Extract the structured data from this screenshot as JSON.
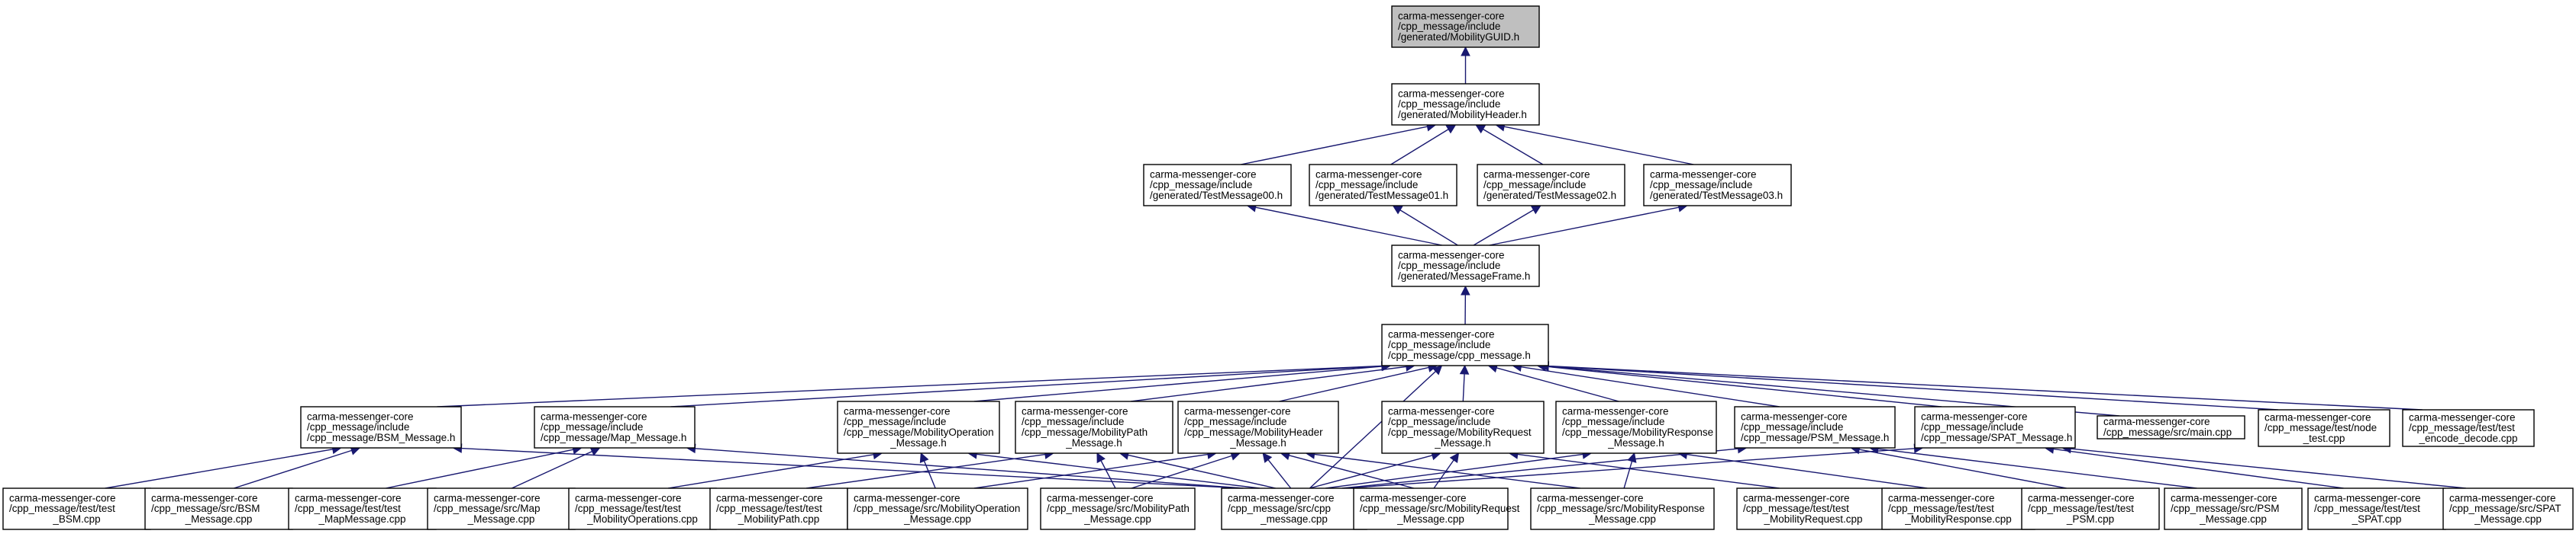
{
  "graph": {
    "edge_color": "#191970",
    "root_fill": "#bfbfbf",
    "nodes": [
      {
        "id": "n0",
        "lines": [
          "carma-messenger-core",
          "/cpp_message/include",
          "/generated/MobilityGUID.h"
        ],
        "root": true
      },
      {
        "id": "n1",
        "lines": [
          "carma-messenger-core",
          "/cpp_message/include",
          "/generated/MobilityHeader.h"
        ]
      },
      {
        "id": "n2",
        "lines": [
          "carma-messenger-core",
          "/cpp_message/include",
          "/generated/TestMessage00.h"
        ]
      },
      {
        "id": "n3",
        "lines": [
          "carma-messenger-core",
          "/cpp_message/include",
          "/generated/TestMessage01.h"
        ]
      },
      {
        "id": "n4",
        "lines": [
          "carma-messenger-core",
          "/cpp_message/include",
          "/generated/TestMessage02.h"
        ]
      },
      {
        "id": "n5",
        "lines": [
          "carma-messenger-core",
          "/cpp_message/include",
          "/generated/TestMessage03.h"
        ]
      },
      {
        "id": "n6",
        "lines": [
          "carma-messenger-core",
          "/cpp_message/include",
          "/generated/MessageFrame.h"
        ]
      },
      {
        "id": "n7",
        "lines": [
          "carma-messenger-core",
          "/cpp_message/include",
          "/cpp_message/cpp_message.h"
        ]
      },
      {
        "id": "n8",
        "lines": [
          "carma-messenger-core",
          "/cpp_message/include",
          "/cpp_message/BSM_Message.h"
        ]
      },
      {
        "id": "n9",
        "lines": [
          "carma-messenger-core",
          "/cpp_message/include",
          "/cpp_message/Map_Message.h"
        ]
      },
      {
        "id": "n10",
        "lines": [
          "carma-messenger-core",
          "/cpp_message/include",
          "/cpp_message/MobilityOperation",
          "_Message.h"
        ]
      },
      {
        "id": "n11",
        "lines": [
          "carma-messenger-core",
          "/cpp_message/include",
          "/cpp_message/MobilityPath",
          "_Message.h"
        ]
      },
      {
        "id": "n12",
        "lines": [
          "carma-messenger-core",
          "/cpp_message/include",
          "/cpp_message/MobilityHeader",
          "_Message.h"
        ]
      },
      {
        "id": "n13",
        "lines": [
          "carma-messenger-core",
          "/cpp_message/include",
          "/cpp_message/MobilityRequest",
          "_Message.h"
        ]
      },
      {
        "id": "n14",
        "lines": [
          "carma-messenger-core",
          "/cpp_message/include",
          "/cpp_message/MobilityResponse",
          "_Message.h"
        ]
      },
      {
        "id": "n15",
        "lines": [
          "carma-messenger-core",
          "/cpp_message/include",
          "/cpp_message/PSM_Message.h"
        ]
      },
      {
        "id": "n16",
        "lines": [
          "carma-messenger-core",
          "/cpp_message/include",
          "/cpp_message/SPAT_Message.h"
        ]
      },
      {
        "id": "n17",
        "lines": [
          "carma-messenger-core",
          "/cpp_message/src/main.cpp"
        ]
      },
      {
        "id": "n18",
        "lines": [
          "carma-messenger-core",
          "/cpp_message/test/node",
          "_test.cpp"
        ]
      },
      {
        "id": "n19",
        "lines": [
          "carma-messenger-core",
          "/cpp_message/test/test",
          "_encode_decode.cpp"
        ]
      },
      {
        "id": "n20",
        "lines": [
          "carma-messenger-core",
          "/cpp_message/test/test",
          "_BSM.cpp"
        ]
      },
      {
        "id": "n21",
        "lines": [
          "carma-messenger-core",
          "/cpp_message/src/BSM",
          "_Message.cpp"
        ]
      },
      {
        "id": "n22",
        "lines": [
          "carma-messenger-core",
          "/cpp_message/test/test",
          "_MapMessage.cpp"
        ]
      },
      {
        "id": "n23",
        "lines": [
          "carma-messenger-core",
          "/cpp_message/src/Map",
          "_Message.cpp"
        ]
      },
      {
        "id": "n24",
        "lines": [
          "carma-messenger-core",
          "/cpp_message/test/test",
          "_MobilityOperations.cpp"
        ]
      },
      {
        "id": "n25",
        "lines": [
          "carma-messenger-core",
          "/cpp_message/test/test",
          "_MobilityPath.cpp"
        ]
      },
      {
        "id": "n26",
        "lines": [
          "carma-messenger-core",
          "/cpp_message/src/MobilityOperation",
          "_Message.cpp"
        ]
      },
      {
        "id": "n27",
        "lines": [
          "carma-messenger-core",
          "/cpp_message/src/MobilityPath",
          "_Message.cpp"
        ]
      },
      {
        "id": "n28",
        "lines": [
          "carma-messenger-core",
          "/cpp_message/src/cpp",
          "_message.cpp"
        ]
      },
      {
        "id": "n29",
        "lines": [
          "carma-messenger-core",
          "/cpp_message/src/MobilityRequest",
          "_Message.cpp"
        ]
      },
      {
        "id": "n30",
        "lines": [
          "carma-messenger-core",
          "/cpp_message/src/MobilityResponse",
          "_Message.cpp"
        ]
      },
      {
        "id": "n31",
        "lines": [
          "carma-messenger-core",
          "/cpp_message/test/test",
          "_MobilityRequest.cpp"
        ]
      },
      {
        "id": "n32",
        "lines": [
          "carma-messenger-core",
          "/cpp_message/test/test",
          "_MobilityResponse.cpp"
        ]
      },
      {
        "id": "n33",
        "lines": [
          "carma-messenger-core",
          "/cpp_message/test/test",
          "_PSM.cpp"
        ]
      },
      {
        "id": "n34",
        "lines": [
          "carma-messenger-core",
          "/cpp_message/src/PSM",
          "_Message.cpp"
        ]
      },
      {
        "id": "n35",
        "lines": [
          "carma-messenger-core",
          "/cpp_message/test/test",
          "_SPAT.cpp"
        ]
      },
      {
        "id": "n36",
        "lines": [
          "carma-messenger-core",
          "/cpp_message/src/SPAT",
          "_Message.cpp"
        ]
      }
    ],
    "edges": [
      [
        "n1",
        "n0"
      ],
      [
        "n2",
        "n1"
      ],
      [
        "n3",
        "n1"
      ],
      [
        "n4",
        "n1"
      ],
      [
        "n5",
        "n1"
      ],
      [
        "n6",
        "n3"
      ],
      [
        "n6",
        "n4"
      ],
      [
        "n6",
        "n2"
      ],
      [
        "n6",
        "n5"
      ],
      [
        "n7",
        "n6"
      ],
      [
        "n8",
        "n7"
      ],
      [
        "n9",
        "n7"
      ],
      [
        "n10",
        "n7"
      ],
      [
        "n11",
        "n7"
      ],
      [
        "n12",
        "n7"
      ],
      [
        "n13",
        "n7"
      ],
      [
        "n14",
        "n7"
      ],
      [
        "n15",
        "n7"
      ],
      [
        "n16",
        "n7"
      ],
      [
        "n17",
        "n7"
      ],
      [
        "n18",
        "n7"
      ],
      [
        "n19",
        "n7"
      ],
      [
        "n28",
        "n7"
      ],
      [
        "n20",
        "n8"
      ],
      [
        "n21",
        "n8"
      ],
      [
        "n28",
        "n8"
      ],
      [
        "n22",
        "n9"
      ],
      [
        "n23",
        "n9"
      ],
      [
        "n28",
        "n9"
      ],
      [
        "n24",
        "n10"
      ],
      [
        "n26",
        "n10"
      ],
      [
        "n28",
        "n10"
      ],
      [
        "n25",
        "n11"
      ],
      [
        "n27",
        "n11"
      ],
      [
        "n28",
        "n11"
      ],
      [
        "n26",
        "n12"
      ],
      [
        "n27",
        "n12"
      ],
      [
        "n29",
        "n12"
      ],
      [
        "n30",
        "n12"
      ],
      [
        "n28",
        "n12"
      ],
      [
        "n29",
        "n13"
      ],
      [
        "n31",
        "n13"
      ],
      [
        "n28",
        "n13"
      ],
      [
        "n30",
        "n14"
      ],
      [
        "n32",
        "n14"
      ],
      [
        "n28",
        "n14"
      ],
      [
        "n33",
        "n15"
      ],
      [
        "n34",
        "n15"
      ],
      [
        "n28",
        "n15"
      ],
      [
        "n35",
        "n16"
      ],
      [
        "n36",
        "n16"
      ],
      [
        "n28",
        "n16"
      ]
    ]
  }
}
